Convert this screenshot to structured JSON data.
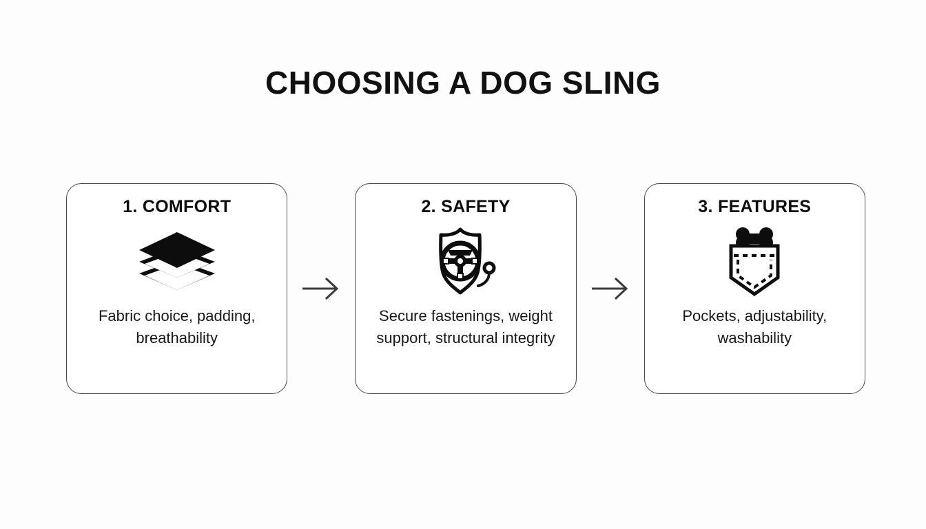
{
  "page": {
    "title": "CHOOSING A DOG SLING",
    "background_color": "#fdfdfd",
    "title_color": "#111111",
    "card_border_color": "#4a4a4a",
    "arrow_color": "#3a3a3a",
    "icon_color": "#0d0d0d"
  },
  "steps": [
    {
      "heading": "1. COMFORT",
      "body": "Fabric choice, padding, breathability",
      "icon": "layers-stack-icon"
    },
    {
      "heading": "2. SAFETY",
      "body": "Secure fastenings, weight support, structural integrity",
      "icon": "shield-harness-icon"
    },
    {
      "heading": "3. FEATURES",
      "body": "Pockets, adjustability, washability",
      "icon": "pocket-bone-icon"
    }
  ],
  "connectors": [
    {
      "name": "arrow-comfort-to-safety",
      "glyph": "arrow-right-icon"
    },
    {
      "name": "arrow-safety-to-features",
      "glyph": "arrow-right-icon"
    }
  ]
}
